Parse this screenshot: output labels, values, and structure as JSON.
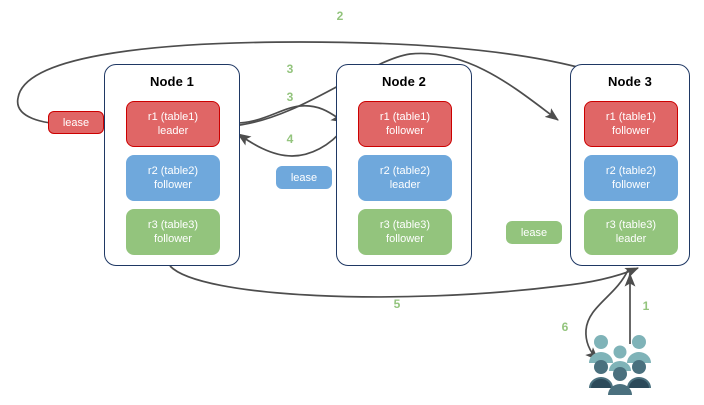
{
  "diagram": {
    "title": "raft-lease-replica-distribution",
    "colors": {
      "leader_red": "#e06666",
      "red_border": "#cc0000",
      "follower_blue": "#6fa8dc",
      "follower_green": "#93c47d",
      "node_border": "#1f3864",
      "arrow": "#4d4d4d",
      "step_label": "#93c47d",
      "users_light": "#7fb3b8",
      "users_mid": "#4a707e",
      "users_dark": "#2c4a5a"
    },
    "nodes": [
      {
        "id": "node-1",
        "title": "Node 1",
        "replicas": [
          {
            "id": "r1",
            "line1": "r1 (table1)",
            "line2": "leader",
            "color": "red"
          },
          {
            "id": "r2",
            "line1": "r2 (table2)",
            "line2": "follower",
            "color": "blue"
          },
          {
            "id": "r3",
            "line1": "r3 (table3)",
            "line2": "follower",
            "color": "green"
          }
        ]
      },
      {
        "id": "node-2",
        "title": "Node 2",
        "replicas": [
          {
            "id": "r1",
            "line1": "r1 (table1)",
            "line2": "follower",
            "color": "red"
          },
          {
            "id": "r2",
            "line1": "r2 (table2)",
            "line2": "leader",
            "color": "blue"
          },
          {
            "id": "r3",
            "line1": "r3 (table3)",
            "line2": "follower",
            "color": "green"
          }
        ]
      },
      {
        "id": "node-3",
        "title": "Node 3",
        "replicas": [
          {
            "id": "r1",
            "line1": "r1 (table1)",
            "line2": "follower",
            "color": "red"
          },
          {
            "id": "r2",
            "line1": "r2 (table2)",
            "line2": "follower",
            "color": "blue"
          },
          {
            "id": "r3",
            "line1": "r3 (table3)",
            "line2": "leader",
            "color": "green"
          }
        ]
      }
    ],
    "leases": [
      {
        "id": "lease-table1",
        "label": "lease",
        "color": "red"
      },
      {
        "id": "lease-table2",
        "label": "lease",
        "color": "blue"
      },
      {
        "id": "lease-table3",
        "label": "lease",
        "color": "green"
      }
    ],
    "steps": [
      {
        "id": "step-1",
        "label": "1"
      },
      {
        "id": "step-2",
        "label": "2"
      },
      {
        "id": "step-3a",
        "label": "3"
      },
      {
        "id": "step-3b",
        "label": "3"
      },
      {
        "id": "step-4",
        "label": "4"
      },
      {
        "id": "step-5",
        "label": "5"
      },
      {
        "id": "step-6",
        "label": "6"
      }
    ],
    "actors": {
      "users_label": "users-group-icon"
    }
  }
}
